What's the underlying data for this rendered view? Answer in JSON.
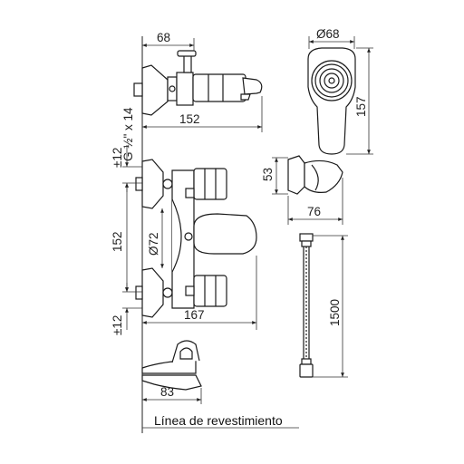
{
  "dimensions": {
    "spout_depth": "68",
    "shower_head_diameter": "Ø68",
    "hand_shower_length": "157",
    "spout_length": "152",
    "thread": "G ½\" x 14",
    "tolerance_top": "±12",
    "holder_height": "53",
    "holder_width": "76",
    "center_distance": "152",
    "escutcheon_diameter": "Ø72",
    "mixer_depth": "167",
    "tolerance_bottom": "±12",
    "hose_length": "1500",
    "bracket_depth": "83"
  },
  "caption": "Línea de revestimiento",
  "colors": {
    "line": "#222222",
    "background": "#ffffff"
  }
}
